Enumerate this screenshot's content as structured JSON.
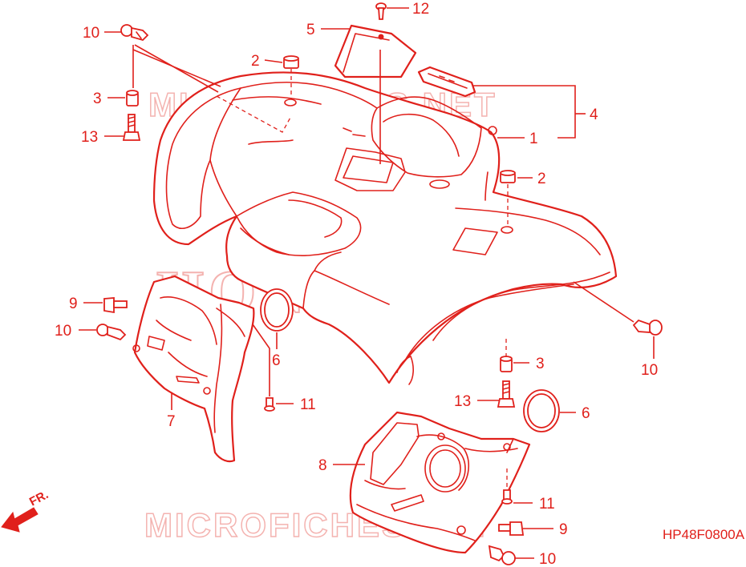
{
  "watermarks": {
    "top": "MICROFICHES.NET",
    "middle": "HONDA",
    "bottom": "MICROFICHES.NET"
  },
  "diagram_code": "HP48F0800A",
  "direction": {
    "label": "FR.",
    "icon": "front-arrow-icon"
  },
  "callouts": {
    "c10_top_left": "10",
    "c5": "5",
    "c12": "12",
    "c2_top": "2",
    "c3_left": "3",
    "c13_left": "13",
    "c4": "4",
    "c1": "1",
    "c2_right": "2",
    "c9_left": "9",
    "c10_left": "10",
    "c6_left": "6",
    "c11_mid": "11",
    "c7": "7",
    "c10_right": "10",
    "c3_right": "3",
    "c13_right": "13",
    "c6_right": "6",
    "c8": "8",
    "c11_bottom": "11",
    "c9_bottom": "9",
    "c10_bottom": "10"
  },
  "colors": {
    "line": "#e0201b",
    "watermark": "#f4b3b0",
    "background": "#ffffff"
  }
}
